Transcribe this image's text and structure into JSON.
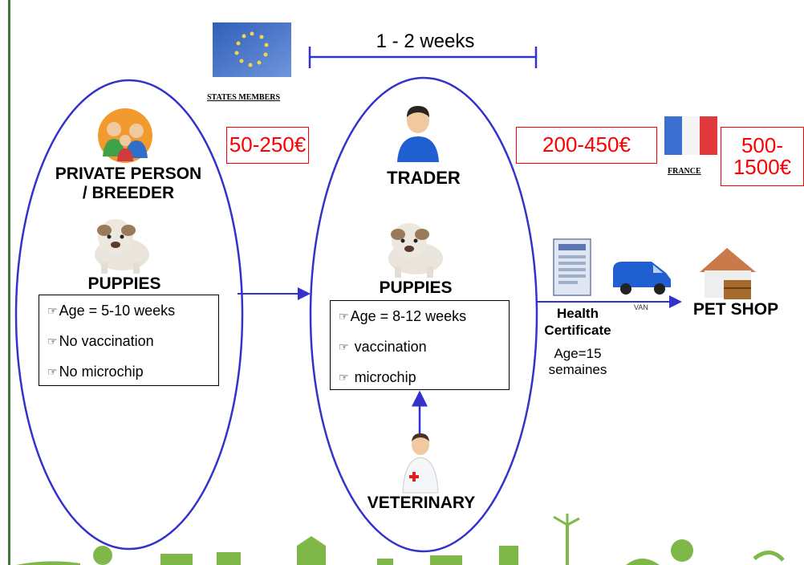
{
  "header": {
    "duration_label": "1 - 2 weeks",
    "eu_caption": "STATES MEMBERS"
  },
  "prices": {
    "breeder_to_trader": "50-250€",
    "trader_to_shop": "200-450€",
    "shop_price": "500-\n1500€"
  },
  "france_caption": "FRANCE",
  "breeder": {
    "title": "PRIVATE PERSON\n/ BREEDER",
    "puppies_label": "PUPPIES",
    "items": [
      "Age = 5-10 weeks",
      "No vaccination",
      "No microchip"
    ]
  },
  "trader": {
    "title": "TRADER",
    "puppies_label": "PUPPIES",
    "items": [
      "Age = 8-12 weeks",
      " vaccination",
      " microchip"
    ]
  },
  "veterinary_label": "VETERINARY",
  "certificate": {
    "title": "Health\nCertificate",
    "age_note": "Age=15\nsemaines"
  },
  "van_label": "VAN",
  "pet_shop_label": "PET SHOP",
  "colors": {
    "ellipse": "#3333cc",
    "price": "#ff0000",
    "accent_green": "#3d7a3a"
  },
  "icons": [
    "eu-flag-icon",
    "family-icon",
    "person-icon",
    "puppy-icon",
    "doctor-icon",
    "certificate-icon",
    "van-icon",
    "house-icon",
    "france-flag-icon"
  ]
}
